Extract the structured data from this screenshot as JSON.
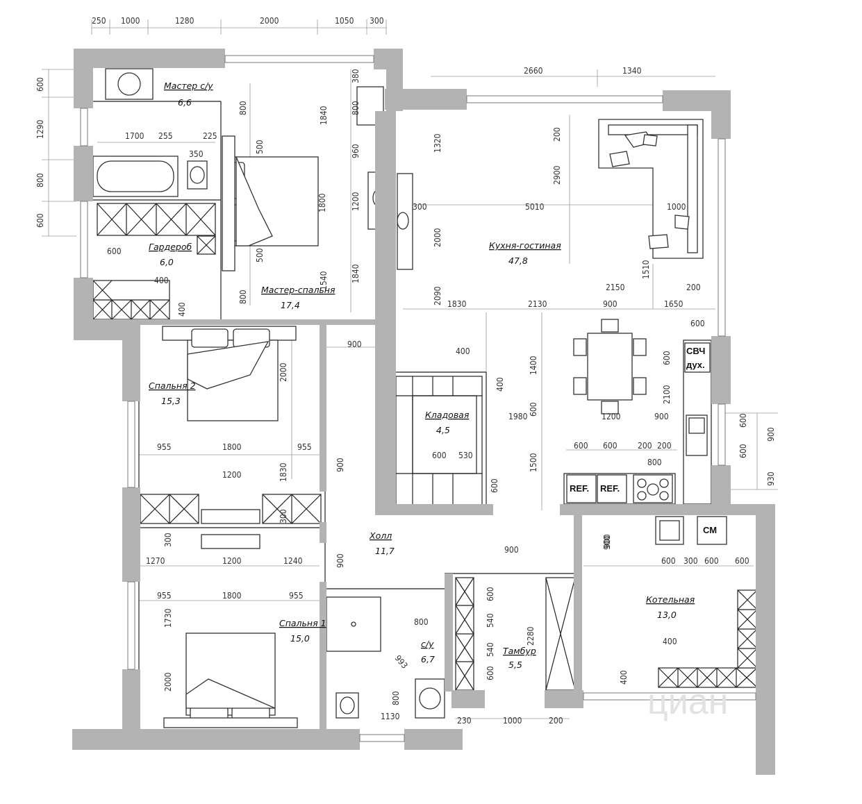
{
  "rooms": [
    {
      "name": "Мастер с/у",
      "area": "6,6"
    },
    {
      "name": "Гардероб",
      "area": "6,0"
    },
    {
      "name": "Мастер-спальня",
      "area": "17,4"
    },
    {
      "name": "Кухня-гостиная",
      "area": "47,8"
    },
    {
      "name": "Спальня 2",
      "area": "15,3"
    },
    {
      "name": "Кладовая",
      "area": "4,5"
    },
    {
      "name": "Холл",
      "area": "11,7"
    },
    {
      "name": "Спальня 1",
      "area": "15,0"
    },
    {
      "name": "с/у",
      "area": "6,7"
    },
    {
      "name": "Тамбур",
      "area": "5,5"
    },
    {
      "name": "Котельная",
      "area": "13,0"
    }
  ],
  "appliances": {
    "microwave": "СВЧ",
    "oven": "дух.",
    "fridge_1": "REF.",
    "fridge_2": "REF.",
    "washer": "СМ"
  },
  "dimensions": {
    "top_row": [
      "250",
      "1000",
      "1280",
      "2000",
      "1050",
      "300"
    ],
    "left_col": [
      "600",
      "1290",
      "800",
      "600"
    ],
    "master_bath": [
      "1700",
      "255",
      "225",
      "350",
      "800",
      "1840",
      "380",
      "800"
    ],
    "master_bed": [
      "500",
      "1800",
      "500",
      "960",
      "1200",
      "1840",
      "800",
      "1540"
    ],
    "wardrobe": [
      "600",
      "400",
      "400"
    ],
    "living_top": [
      "2660",
      "1340"
    ],
    "living": [
      "1320",
      "200",
      "2900",
      "300",
      "5010",
      "1000",
      "2000",
      "1510",
      "2150",
      "200",
      "2090",
      "1830",
      "2130",
      "900",
      "1650",
      "600"
    ],
    "kitchen": [
      "600",
      "1400",
      "2100",
      "1980",
      "600",
      "1200",
      "900",
      "600",
      "600",
      "200",
      "200",
      "800",
      "1500",
      "600",
      "600",
      "900",
      "600",
      "930"
    ],
    "storage": [
      "400",
      "400",
      "600",
      "530"
    ],
    "hall": [
      "900",
      "900",
      "900",
      "900"
    ],
    "bedroom2": [
      "2000",
      "955",
      "1800",
      "955",
      "1830",
      "1200",
      "300"
    ],
    "bedroom1": [
      "300",
      "1270",
      "1200",
      "1240",
      "955",
      "1800",
      "955",
      "1730",
      "2000"
    ],
    "bathroom": [
      "800",
      "993",
      "800",
      "1130"
    ],
    "vestibule": [
      "900",
      "600",
      "540",
      "2280",
      "540",
      "600",
      "230",
      "1000",
      "200"
    ],
    "boiler": [
      "900",
      "600",
      "300",
      "600",
      "600",
      "400",
      "400"
    ]
  },
  "watermark": "циан"
}
